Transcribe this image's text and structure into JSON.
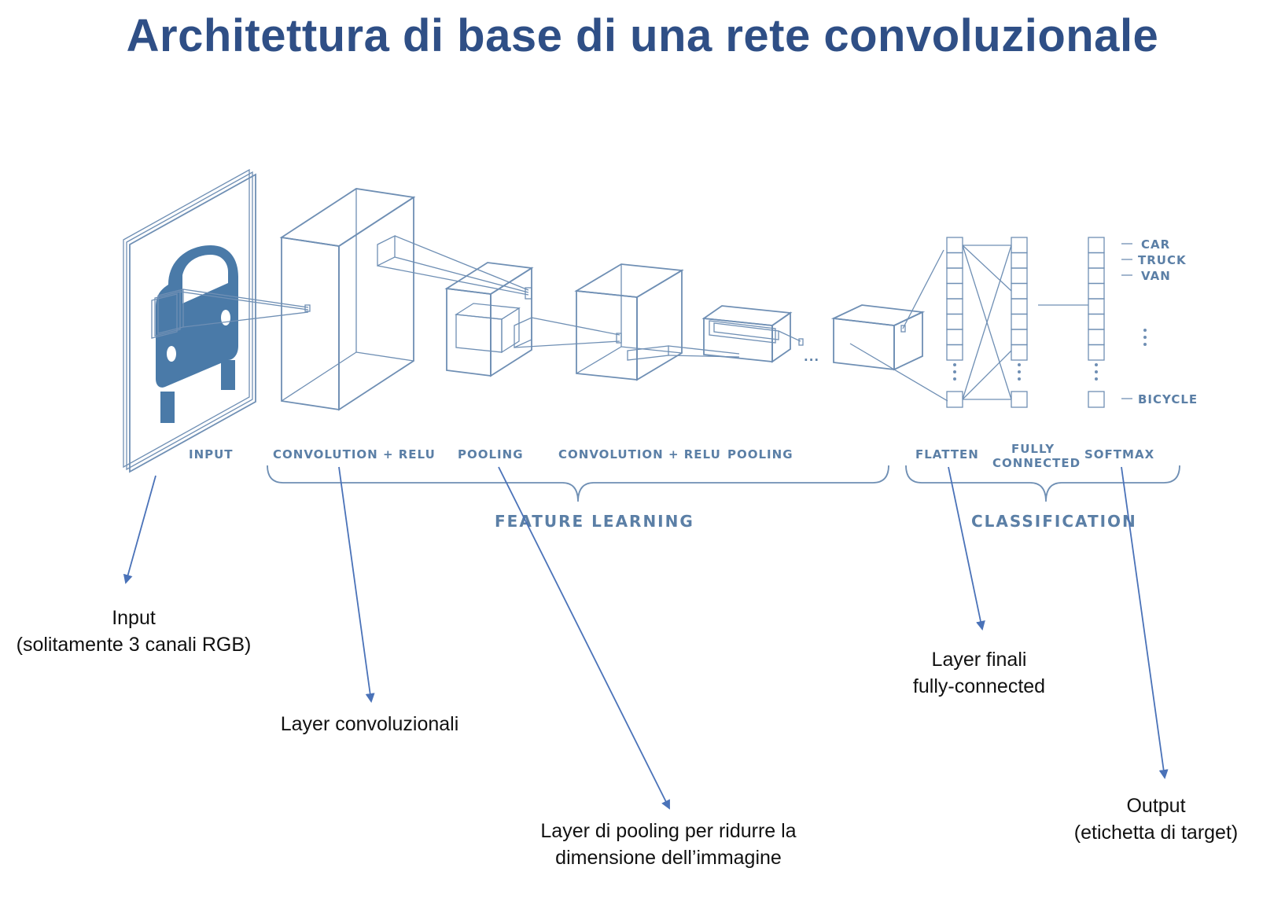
{
  "title": "Architettura di base di una rete convoluzionale",
  "diagram_labels": {
    "input": "INPUT",
    "conv1": "CONVOLUTION + RELU",
    "pool1": "POOLING",
    "conv2": "CONVOLUTION + RELU",
    "pool2": "POOLING",
    "flatten": "FLATTEN",
    "fully_line1": "FULLY",
    "fully_line2": "CONNECTED",
    "softmax": "SOFTMAX",
    "feature_learning": "FEATURE LEARNING",
    "classification": "CLASSIFICATION",
    "ellipsis": "...",
    "classes": [
      "CAR",
      "TRUCK",
      "VAN",
      "BICYCLE"
    ]
  },
  "captions": {
    "input_line1": "Input",
    "input_line2": "(solitamente 3 canali RGB)",
    "conv": "Layer convoluzionali",
    "pool_line1": "Layer di pooling per ridurre la",
    "pool_line2": "dimensione dell’immagine",
    "fc_line1": "Layer finali",
    "fc_line2": "fully-connected",
    "output_line1": "Output",
    "output_line2": "(etichetta di target)"
  },
  "colors": {
    "title": "#2f4f86",
    "diagram": "#6f8fb4",
    "car": "#4a7aa8",
    "arrows": "#4a72b8"
  }
}
